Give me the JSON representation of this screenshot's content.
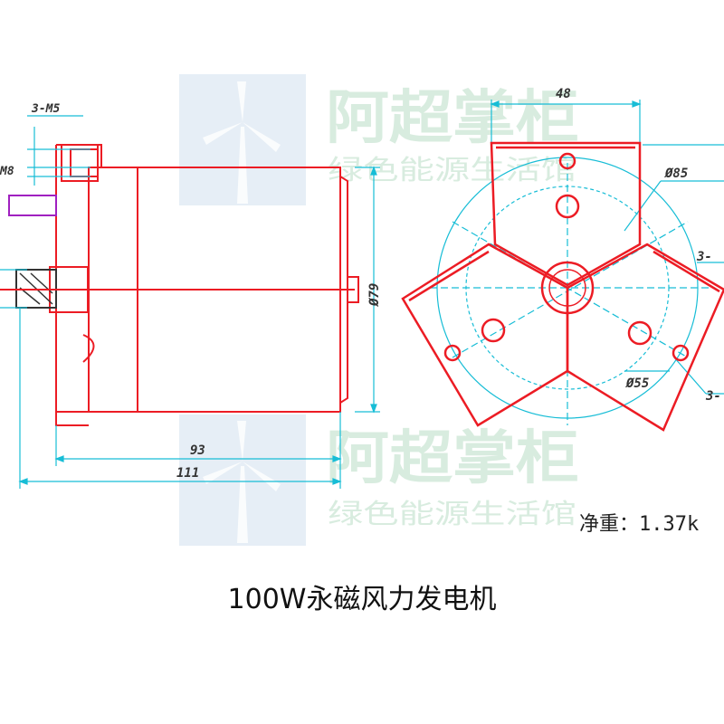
{
  "colors": {
    "outline": "#ec1c24",
    "dimension": "#17bdd6",
    "watermark": "#d8ecdf",
    "watermark_logo": "#dbe7f2"
  },
  "side_view": {
    "label_bolts": "3-M5",
    "label_shaft": "M8",
    "dim_length_inner": "93",
    "dim_length_total": "111",
    "dim_diameter": "Ø79"
  },
  "front_view": {
    "dim_width": "48",
    "dim_outer_diameter": "Ø85",
    "dim_inner_diameter": "Ø55",
    "label_top_right": "3-",
    "label_bottom_right": "3-"
  },
  "watermark": {
    "title_top": "阿超掌柜",
    "subtitle_top": "绿色能源生活馆",
    "title_bottom": "阿超掌柜",
    "subtitle_bottom": "绿色能源生活馆"
  },
  "weight_label": "净重：1.37k",
  "caption": "100W永磁风力发电机"
}
